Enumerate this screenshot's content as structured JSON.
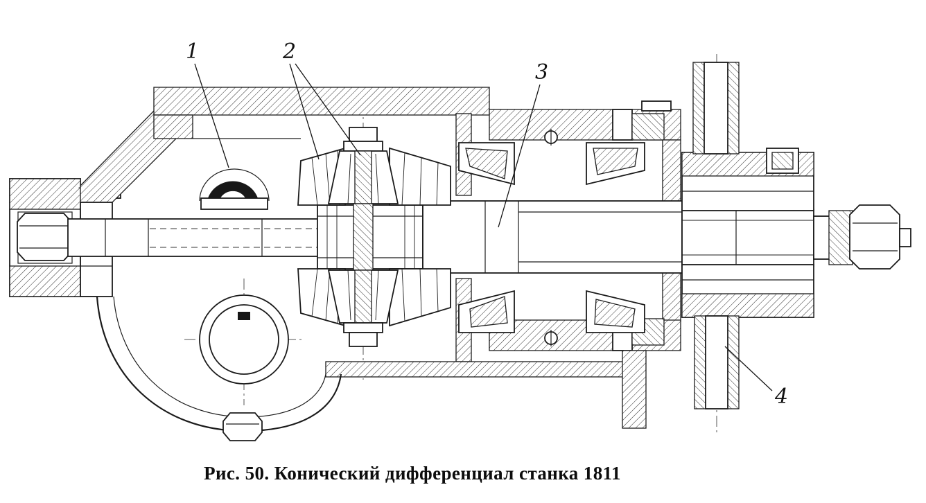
{
  "figure": {
    "caption": "Рис. 50. Конический дифференциал станка 1811",
    "callouts": [
      {
        "label": "1"
      },
      {
        "label": "2"
      },
      {
        "label": "3"
      },
      {
        "label": "4"
      }
    ],
    "colors": {
      "ink": "#1b1b1b",
      "paper": "#ffffff"
    }
  }
}
